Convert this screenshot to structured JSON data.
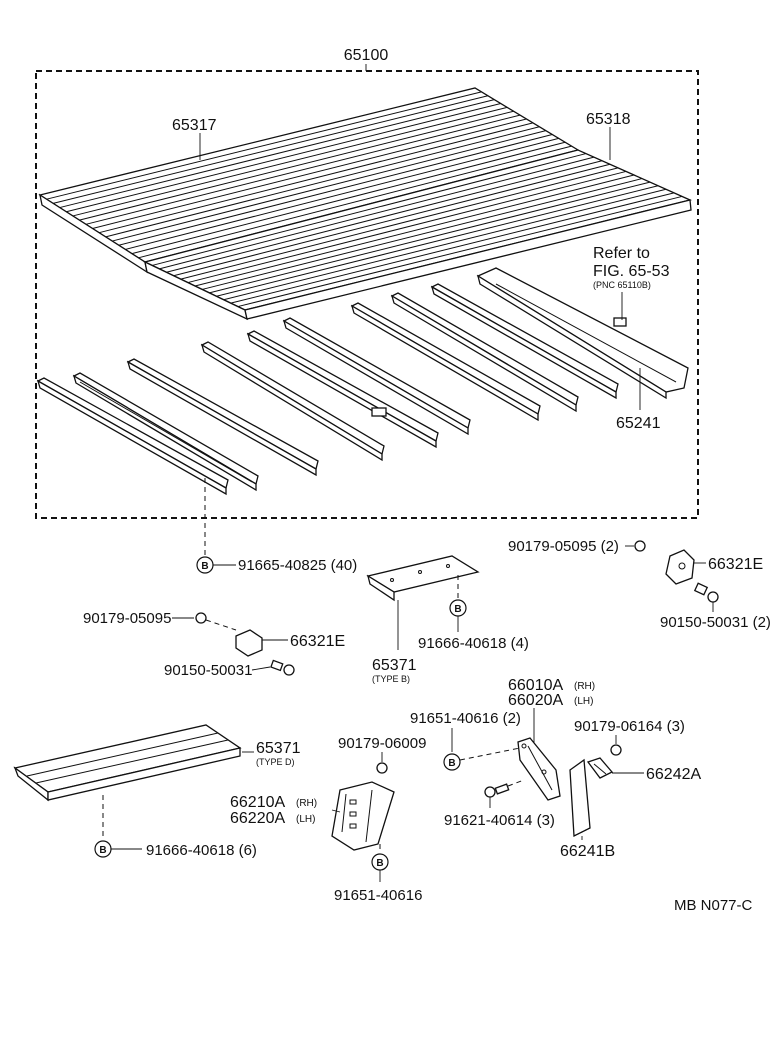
{
  "assembly": {
    "number": "65100"
  },
  "floor": {
    "front_panel": "65317",
    "rear_panel": "65318",
    "refer_to_line1": "Refer to",
    "refer_to_line2": "FIG. 65-53",
    "refer_to_pnc": "(PNC 65110B)",
    "side_rail": "65241"
  },
  "fasteners": {
    "bubble_letter": "B",
    "bolt_floor": "91665-40825 (40)",
    "bolt_type_b": "91666-40618 (4)",
    "bolt_type_d": "91666-40618 (6)",
    "bolt_hinge_lower": "91651-40616",
    "bolt_hinge_upper": "91651-40616 (2)",
    "screw_flap": "91621-40614 (3)",
    "nut_flap": "90179-06164 (3)",
    "nut_hinge": "90179-06009",
    "nut_bracket_left": "90179-05095",
    "nut_bracket_right": "90179-05095 (2)",
    "bolt_bracket_left": "90150-50031",
    "bolt_bracket_right": "90150-50031 (2)"
  },
  "parts": {
    "bracket_left": "66321E",
    "bracket_right": "66321E",
    "crossmember_b": "65371",
    "crossmember_b_type": "(TYPE B)",
    "crossmember_d": "65371",
    "crossmember_d_type": "(TYPE D)",
    "hinge_rh": "66210A",
    "hinge_lh": "66220A",
    "mudguard_bracket_rh": "66010A",
    "mudguard_bracket_lh": "66020A",
    "rh_tag": "(RH)",
    "lh_tag": "(LH)",
    "retainer": "66242A",
    "mudflap": "66241B"
  },
  "figure_code": "MB N077-C"
}
